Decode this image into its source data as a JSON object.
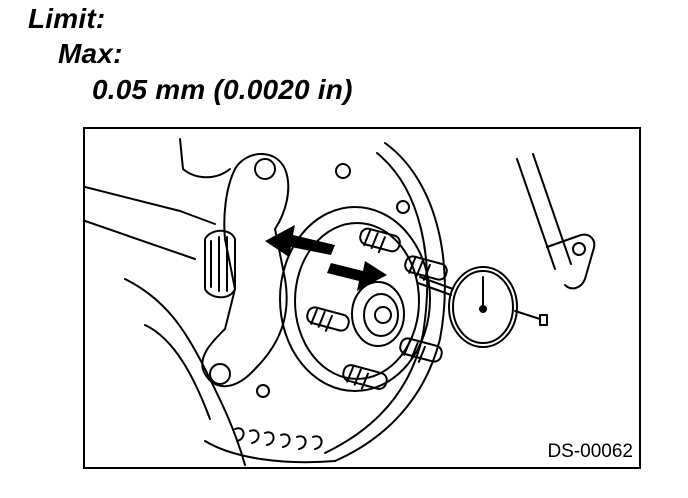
{
  "spec": {
    "limit_label": "Limit:",
    "max_label": "Max:",
    "value": "0.05 mm (0.0020 in)"
  },
  "figure": {
    "code": "DS-00062"
  }
}
